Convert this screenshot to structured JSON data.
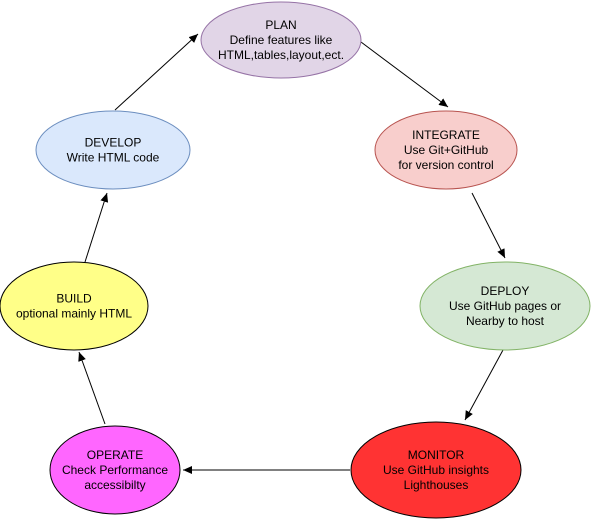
{
  "diagram": {
    "nodes": [
      {
        "id": "plan",
        "lines": [
          "PLAN",
          "Define features like",
          "HTML,tables,layout,ect."
        ],
        "fill": "#e1d5e7",
        "stroke": "#9673a6"
      },
      {
        "id": "integrate",
        "lines": [
          "INTEGRATE",
          "Use Git+GitHub",
          "for version control"
        ],
        "fill": "#f8cecc",
        "stroke": "#b85450"
      },
      {
        "id": "deploy",
        "lines": [
          "DEPLOY",
          "Use GitHub pages or",
          "Nearby to host"
        ],
        "fill": "#d5e8d4",
        "stroke": "#82b366"
      },
      {
        "id": "monitor",
        "lines": [
          "MONITOR",
          "Use GitHub insights",
          "Lighthouses"
        ],
        "fill": "#ff3333",
        "stroke": "#000000"
      },
      {
        "id": "operate",
        "lines": [
          "OPERATE",
          "Check Performance",
          "accessibilty"
        ],
        "fill": "#ff66ff",
        "stroke": "#000000"
      },
      {
        "id": "build",
        "lines": [
          "BUILD",
          "optional mainly HTML"
        ],
        "fill": "#ffff88",
        "stroke": "#000000"
      },
      {
        "id": "develop",
        "lines": [
          "DEVELOP",
          "Write HTML code"
        ],
        "fill": "#dae8fc",
        "stroke": "#6c8ebf"
      }
    ],
    "edges": [
      {
        "from": "plan",
        "to": "integrate"
      },
      {
        "from": "integrate",
        "to": "deploy"
      },
      {
        "from": "deploy",
        "to": "monitor"
      },
      {
        "from": "monitor",
        "to": "operate"
      },
      {
        "from": "operate",
        "to": "build"
      },
      {
        "from": "build",
        "to": "develop"
      },
      {
        "from": "develop",
        "to": "plan"
      }
    ]
  }
}
